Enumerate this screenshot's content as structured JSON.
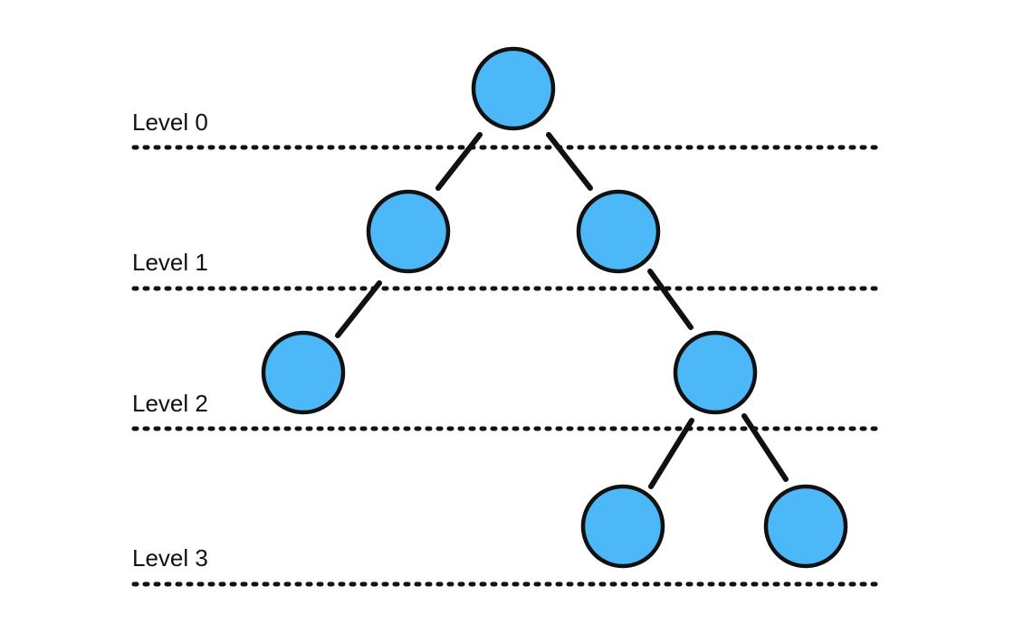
{
  "diagram": {
    "type": "tree",
    "levels": [
      {
        "label": "Level 0"
      },
      {
        "label": "Level 1"
      },
      {
        "label": "Level 2"
      },
      {
        "label": "Level 3"
      }
    ],
    "nodes": [
      {
        "id": "n0",
        "level": 0
      },
      {
        "id": "n1",
        "level": 1
      },
      {
        "id": "n2",
        "level": 1
      },
      {
        "id": "n3",
        "level": 2
      },
      {
        "id": "n4",
        "level": 2
      },
      {
        "id": "n5",
        "level": 3
      },
      {
        "id": "n6",
        "level": 3
      }
    ],
    "edges": [
      {
        "from": "n0",
        "to": "n1"
      },
      {
        "from": "n0",
        "to": "n2"
      },
      {
        "from": "n1",
        "to": "n3"
      },
      {
        "from": "n2",
        "to": "n4"
      },
      {
        "from": "n4",
        "to": "n5"
      },
      {
        "from": "n4",
        "to": "n6"
      }
    ],
    "colors": {
      "node_fill": "#4DB8F7",
      "stroke": "#111111"
    }
  }
}
